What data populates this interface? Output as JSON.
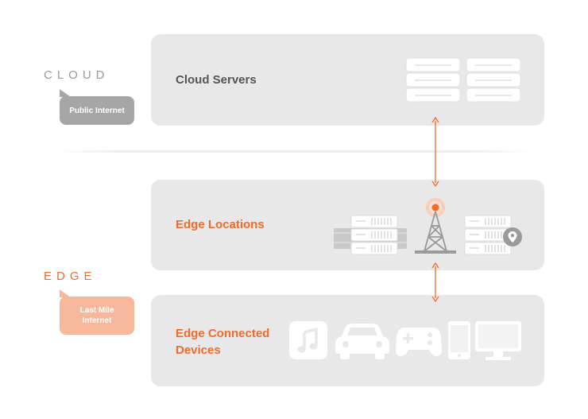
{
  "colors": {
    "accent": "#f26b2c",
    "panel": "#e8e8e8",
    "dark_text": "#555555",
    "bubble_gray": "#a6a6a6",
    "bubble_peach": "#f7b79a",
    "server_fill": "#ffffff",
    "device_fill": "#ffffff"
  },
  "tiers": {
    "cloud_label": "CLOUD",
    "cloud_bubble": "Public Internet",
    "edge_label": "EDGE",
    "edge_bubble_line1": "Last Mile",
    "edge_bubble_line2": "Internet"
  },
  "panels": {
    "cloud_servers": "Cloud Servers",
    "edge_locations": "Edge Locations",
    "edge_devices_line1": "Edge Connected",
    "edge_devices_line2": "Devices"
  },
  "icons": {
    "cloud": "server-rack-icon",
    "edge": [
      "server-stack-icon",
      "cell-tower-icon",
      "server-stack-icon",
      "location-pin-icon"
    ],
    "devices": [
      "music-note-icon",
      "car-icon",
      "gamepad-icon",
      "smartphone-icon",
      "monitor-icon"
    ]
  }
}
